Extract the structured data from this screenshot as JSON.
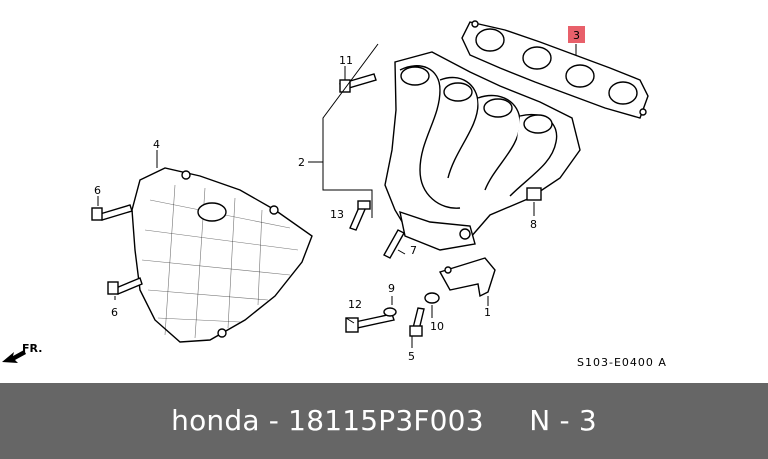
{
  "callouts": [
    {
      "id": "c11",
      "text": "11"
    },
    {
      "id": "c3",
      "text": "3"
    },
    {
      "id": "c4",
      "text": "4"
    },
    {
      "id": "c2",
      "text": "2"
    },
    {
      "id": "c6a",
      "text": "6"
    },
    {
      "id": "c13",
      "text": "13"
    },
    {
      "id": "c8",
      "text": "8"
    },
    {
      "id": "c7",
      "text": "7"
    },
    {
      "id": "c6b",
      "text": "6"
    },
    {
      "id": "c12",
      "text": "12"
    },
    {
      "id": "c9",
      "text": "9"
    },
    {
      "id": "c10",
      "text": "10"
    },
    {
      "id": "c1",
      "text": "1"
    },
    {
      "id": "c5",
      "text": "5"
    }
  ],
  "direction_label": "FR.",
  "diagram_code": "S103-E0400 A",
  "highlight_color": "#e8606a",
  "caption": {
    "text": "honda - 18115P3F003     N - 3"
  }
}
